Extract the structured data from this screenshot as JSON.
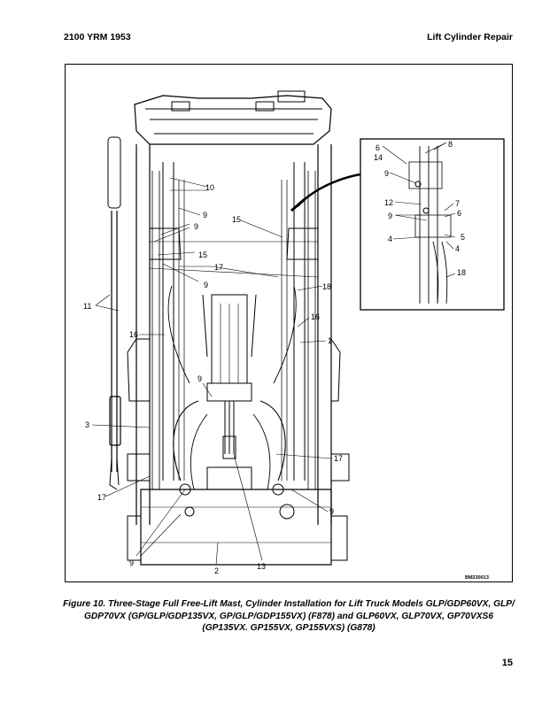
{
  "header": {
    "left": "2100 YRM 1953",
    "right": "Lift Cylinder Repair"
  },
  "figure": {
    "id_code": "BM230013",
    "callouts": {
      "c1": "1",
      "c2": "2",
      "c3": "3",
      "c4a": "4",
      "c4b": "4",
      "c5": "5",
      "c6a": "6",
      "c6b": "6",
      "c7": "7",
      "c8": "8",
      "c9a": "9",
      "c9b": "9",
      "c9c": "9",
      "c9d": "9",
      "c9e": "9",
      "c9f": "9",
      "c9g": "9",
      "c9h": "9",
      "c10": "10",
      "c11": "11",
      "c12": "12",
      "c13": "13",
      "c14": "14",
      "c15a": "15",
      "c15b": "15",
      "c16a": "16",
      "c16b": "16",
      "c17a": "17",
      "c17b": "17",
      "c17c": "17",
      "c18a": "18",
      "c18b": "18"
    }
  },
  "caption": {
    "line1": "Figure 10. Three-Stage Full Free-Lift Mast, Cylinder Installation for Lift Truck Models GLP/GDP60VX, GLP/",
    "line2": "GDP70VX (GP/GLP/GDP135VX, GP/GLP/GDP155VX) (F878) and GLP60VX, GLP70VX, GP70VXS6",
    "line3": "(GP135VX. GP155VX, GP155VXS) (G878)"
  },
  "page_number": "15"
}
